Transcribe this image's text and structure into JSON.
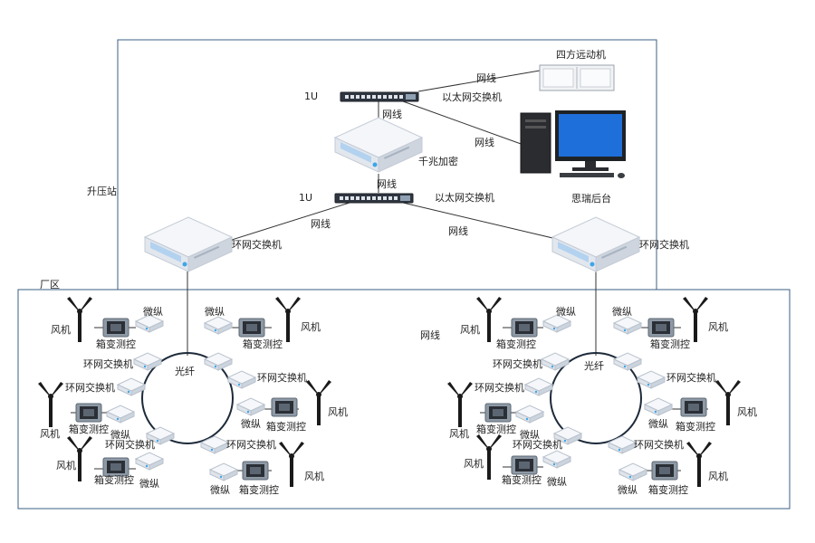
{
  "substation": {
    "label": "升压站",
    "top_switch": {
      "size_label": "1U",
      "name": "以太网交换机"
    },
    "middle_switch": {
      "size_label": "1U",
      "name": "以太网交换机"
    },
    "encryptor": "千兆加密",
    "motion_controller": "四方远动机",
    "backend": "思瑞后台",
    "ring_switch_left": "环网交换机",
    "ring_switch_right": "环网交换机",
    "cable_labels": [
      "网线",
      "网线",
      "网线",
      "网线",
      "网线",
      "网线"
    ]
  },
  "plant": {
    "label": "厂区",
    "cable_label": "网线",
    "left_ring": {
      "fiber_label": "光纤",
      "turbine": "风机",
      "box_control": "箱变测控",
      "microcontroller": "微纵",
      "ring_switch": "环网交换机"
    },
    "right_ring": {
      "fiber_label": "光纤",
      "turbine": "风机",
      "box_control": "箱变测控",
      "microcontroller": "微纵",
      "ring_switch": "环网交换机"
    }
  },
  "colors": {
    "frame": "#3b5f86",
    "line": "#333333",
    "device_top": "#f3f5f8",
    "device_side": "#d7dce3",
    "accent_blue": "#3fa5e8",
    "monitor_screen": "#1e6fd9",
    "turbine": "#1a1a1a"
  }
}
